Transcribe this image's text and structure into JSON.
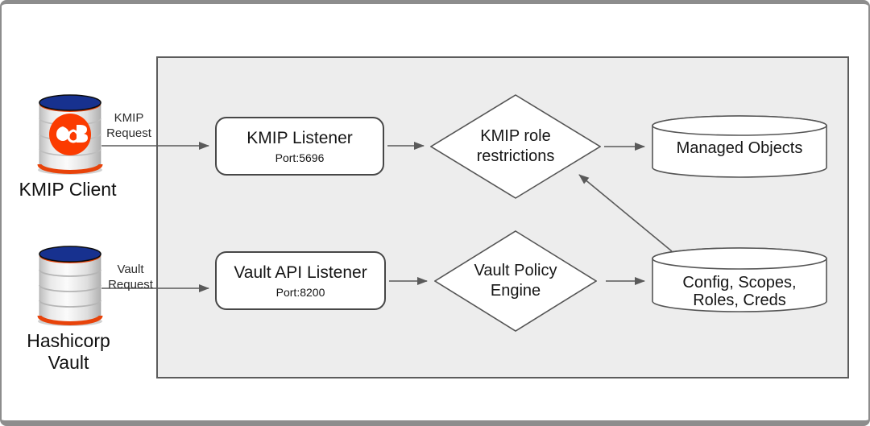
{
  "diagram": {
    "description": "KMIP / Vault request flow diagram"
  },
  "actors": {
    "kmip_client": {
      "label": "KMIP Client",
      "icon": "database-cylinder-icon",
      "logo": "edb-logo-icon"
    },
    "hashicorp_vault": {
      "label_lines": [
        "Hashicorp",
        "Vault"
      ],
      "icon": "database-cylinder-icon"
    }
  },
  "edge_labels": {
    "kmip_request": {
      "lines": [
        "KMIP",
        "Request"
      ]
    },
    "vault_request": {
      "lines": [
        "Vault",
        "Request"
      ]
    }
  },
  "nodes": {
    "kmip_listener": {
      "title": "KMIP Listener",
      "port": "Port:5696"
    },
    "vault_api_listener": {
      "title": "Vault API Listener",
      "port": "Port:8200"
    },
    "kmip_role_restrictions": {
      "lines": [
        "KMIP role",
        "restrictions"
      ]
    },
    "vault_policy_engine": {
      "lines": [
        "Vault Policy",
        "Engine"
      ]
    },
    "managed_objects": {
      "label": "Managed Objects"
    },
    "config_scopes": {
      "lines": [
        "Config, Scopes,",
        "Roles, Creds"
      ]
    }
  },
  "colors": {
    "panel_fill": "#ededed",
    "panel_border": "#5c5c5c",
    "shape_border": "#555555",
    "arrow": "#5a5a5a",
    "edb_orange": "#fb3b00",
    "db_top_blue": "#17318f",
    "db_rim_orange": "#e8430a",
    "page_border": "#8d8d8d",
    "text": "#1c1c1c"
  }
}
